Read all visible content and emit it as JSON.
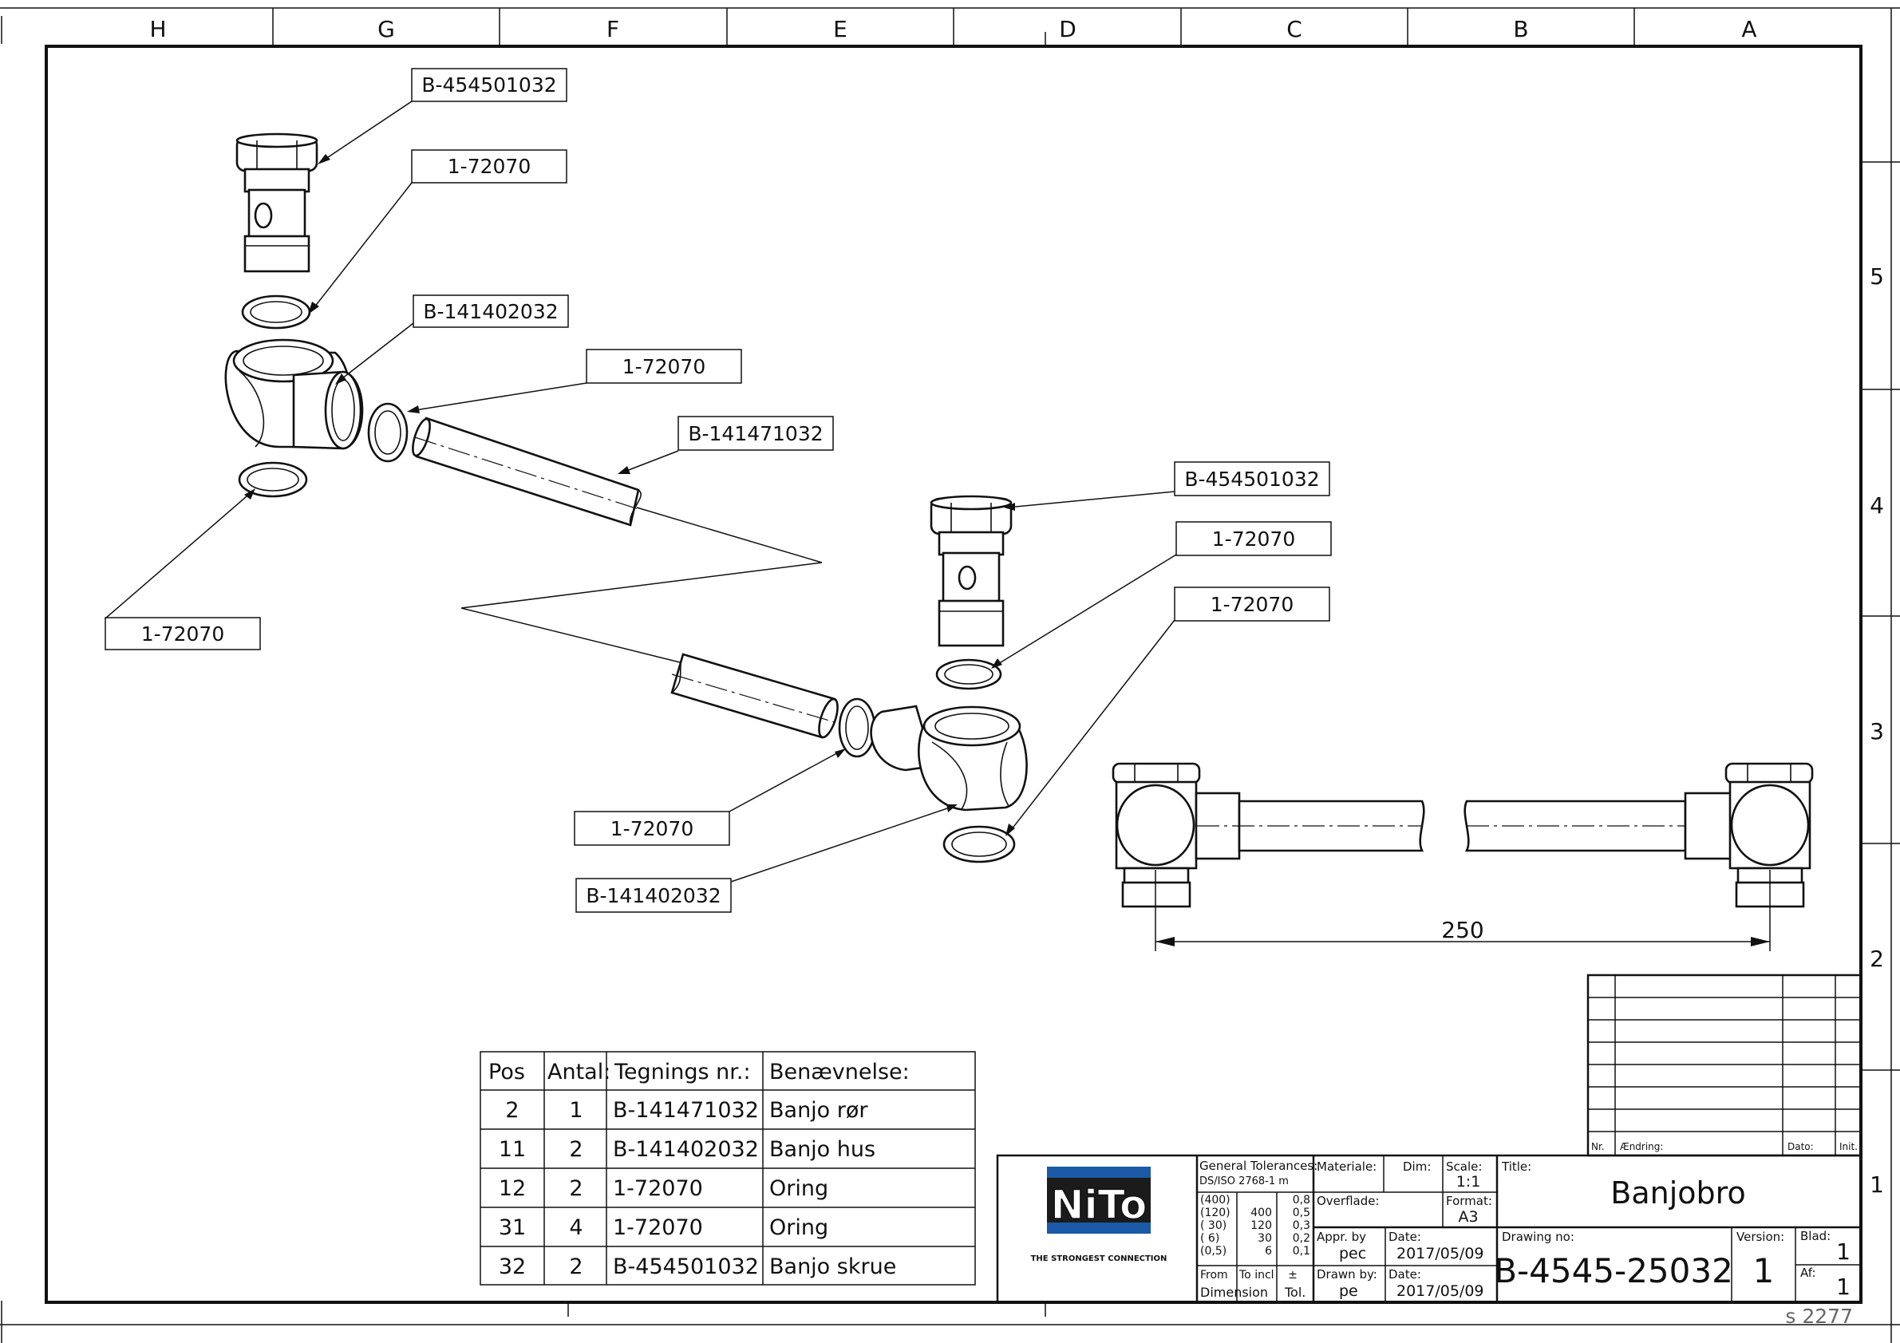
{
  "zones": {
    "columns": [
      "H",
      "G",
      "F",
      "E",
      "D",
      "C",
      "B",
      "A"
    ],
    "rows": [
      "5",
      "4",
      "3",
      "2",
      "1"
    ]
  },
  "callouts": [
    "B-454501032",
    "1-72070",
    "B-141402032",
    "1-72070",
    "B-141471032",
    "1-72070",
    "B-454501032",
    "1-72070",
    "1-72070",
    "1-72070",
    "B-141402032"
  ],
  "dimension": {
    "value": "250"
  },
  "bom": {
    "headers": [
      "Pos",
      "Antal:",
      "Tegnings nr.:",
      "Benævnelse:"
    ],
    "rows": [
      [
        "2",
        "1",
        "B-141471032",
        "Banjo rør"
      ],
      [
        "11",
        "2",
        "B-141402032",
        "Banjo hus"
      ],
      [
        "12",
        "2",
        "1-72070",
        "Oring"
      ],
      [
        "31",
        "4",
        "1-72070",
        "Oring"
      ],
      [
        "32",
        "2",
        "B-454501032",
        "Banjo skrue"
      ]
    ]
  },
  "revision": {
    "nr_label": "Nr.",
    "change_label": "Ændring:",
    "date_label": "Dato:",
    "init_label": "Init."
  },
  "titleblock": {
    "logo_text": "NiTo",
    "logo_tagline": "THE STRONGEST CONNECTION",
    "general_tolerances": "General Tolerances:",
    "standard": "DS/ISO 2768-1 m",
    "tol_col1": [
      "(400)",
      "(120)",
      "( 30)",
      "(  6)",
      "(0,5)"
    ],
    "tol_col2": [
      "400",
      "120",
      "30",
      "6"
    ],
    "tol_col3": [
      "0,8",
      "0,5",
      "0,3",
      "0,2",
      "0,1"
    ],
    "from_label": "From",
    "to_incl_label": "To incl",
    "plusminus": "±",
    "dimension_label": "Dimension",
    "tol_label": "Tol.",
    "material_label": "Materiale:",
    "dim_label": "Dim:",
    "scale_label": "Scale:",
    "scale_value": "1:1",
    "surface_label": "Overflade:",
    "format_label": "Format:",
    "format_value": "A3",
    "appr_label": "Appr. by",
    "appr_value": "pec",
    "date_label1": "Date:",
    "date_value1": "2017/05/09",
    "drawn_label": "Drawn by:",
    "drawn_value": "pe",
    "date_label2": "Date:",
    "date_value2": "2017/05/09",
    "title_label": "Title:",
    "title_value": "Banjobro",
    "drawing_no_label": "Drawing no:",
    "drawing_no_value": "B-4545-25032",
    "version_label": "Version:",
    "version_value": "1",
    "sheet_label": "Blad:",
    "sheet_value": "1",
    "of_label": "Af:",
    "of_value": "1"
  },
  "footer_code": "s 2277",
  "colors": {
    "logo_blue": "#1a5aa6",
    "ink": "#111111"
  }
}
